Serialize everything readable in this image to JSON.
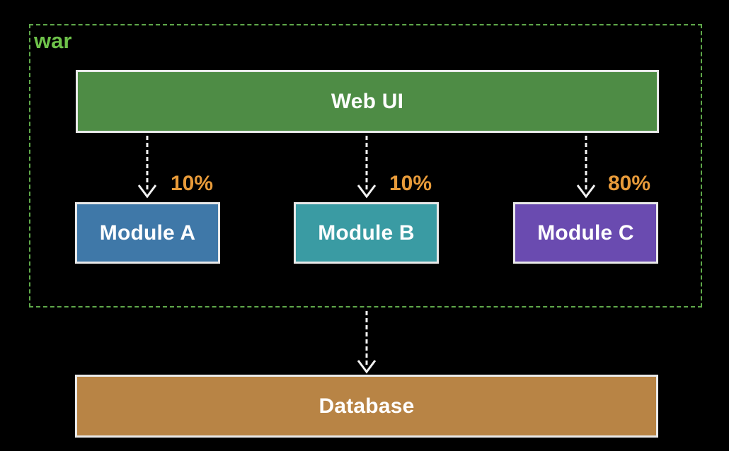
{
  "container": {
    "label": "war",
    "label_color": "#6ec24a",
    "border_color": "#5fa84a"
  },
  "web_ui": {
    "label": "Web UI",
    "color": "#4e8c45"
  },
  "modules": [
    {
      "label": "Module A",
      "percent": "10%",
      "color": "#3f78a8"
    },
    {
      "label": "Module B",
      "percent": "10%",
      "color": "#3a9ba3"
    },
    {
      "label": "Module C",
      "percent": "80%",
      "color": "#6a4bb0"
    }
  ],
  "database": {
    "label": "Database",
    "color": "#b88445"
  },
  "percent_color": "#e89b3a",
  "arrow_color": "#f2f2f2"
}
